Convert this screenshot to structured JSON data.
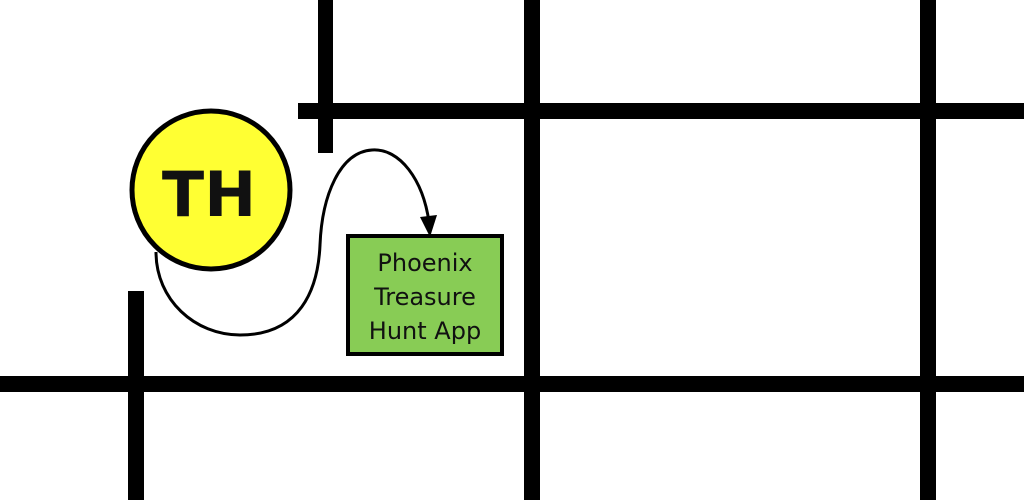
{
  "logo": {
    "initials": "TH",
    "fill_color": "#ffff33",
    "outline_color": "#000000"
  },
  "app_title": {
    "lines": [
      "Phoenix",
      "Treasure",
      "Hunt App"
    ],
    "box_color": "#88cc55",
    "border_color": "#000000"
  },
  "connector": {
    "icon": "curved-arrow-icon"
  },
  "grid": {
    "line_color": "#000000"
  }
}
